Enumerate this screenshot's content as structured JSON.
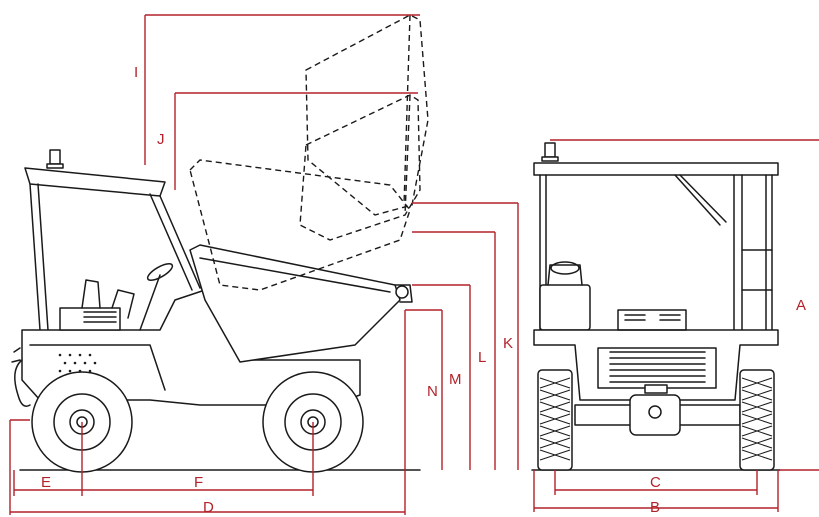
{
  "labels": {
    "I": "I",
    "J": "J",
    "K": "K",
    "L": "L",
    "M": "M",
    "N": "N",
    "A": "A",
    "B": "B",
    "C": "C",
    "D": "D",
    "E": "E",
    "F": "F"
  },
  "colors": {
    "dimension": "#b3222b",
    "outline": "#1a1a1a",
    "background": "#ffffff"
  }
}
